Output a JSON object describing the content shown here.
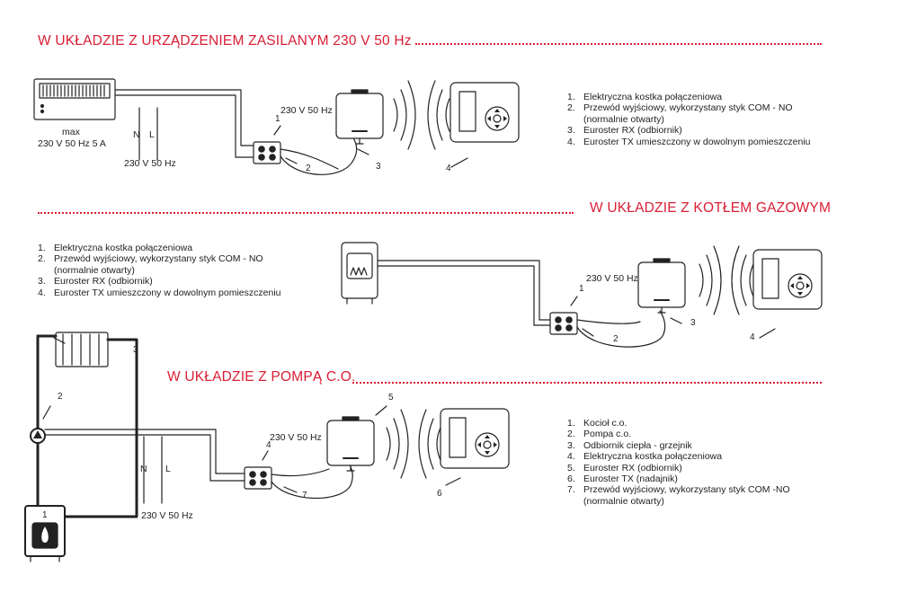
{
  "sections": [
    {
      "title": "W UKŁADZIE Z URZĄDZENIEM ZASILANYM 230 V 50 Hz"
    },
    {
      "title": "W UKŁADZIE Z KOTŁEM GAZOWYM"
    },
    {
      "title": "W UKŁADZIE Z POMPĄ C.O."
    }
  ],
  "legend_common": [
    {
      "n": "1.",
      "text": "Elektryczna kostka połączeniowa"
    },
    {
      "n": "2.",
      "text": "Przewód wyjściowy, wykorzystany styk COM - NO\n(normalnie otwarty)"
    },
    {
      "n": "3.",
      "text": "Euroster RX (odbiornik)"
    },
    {
      "n": "4.",
      "text": "Euroster TX umieszczony w dowolnym pomieszczeniu"
    }
  ],
  "legend_pump": [
    {
      "n": "1.",
      "text": "Kocioł c.o."
    },
    {
      "n": "2.",
      "text": "Pompa c.o."
    },
    {
      "n": "3.",
      "text": "Odbiornik ciepła - grzejnik"
    },
    {
      "n": "4.",
      "text": "Elektryczna kostka połączeniowa"
    },
    {
      "n": "5.",
      "text": "Euroster RX (odbiornik)"
    },
    {
      "n": "6.",
      "text": "Euroster TX (nadajnik)"
    },
    {
      "n": "7.",
      "text": "Przewód wyjściowy, wykorzystany styk COM -NO\n(normalnie otwarty)"
    }
  ],
  "labels": {
    "voltage": "230 V 50 Hz",
    "max": "max",
    "max_rating": "230 V 50 Hz 5 A",
    "neutral": "N",
    "live": "L"
  },
  "numbers": {
    "n1": "1",
    "n2": "2",
    "n3": "3",
    "n4": "4",
    "n5": "5",
    "n6": "6",
    "n7": "7"
  },
  "colors": {
    "accent": "#d91e35",
    "line": "#222222"
  }
}
